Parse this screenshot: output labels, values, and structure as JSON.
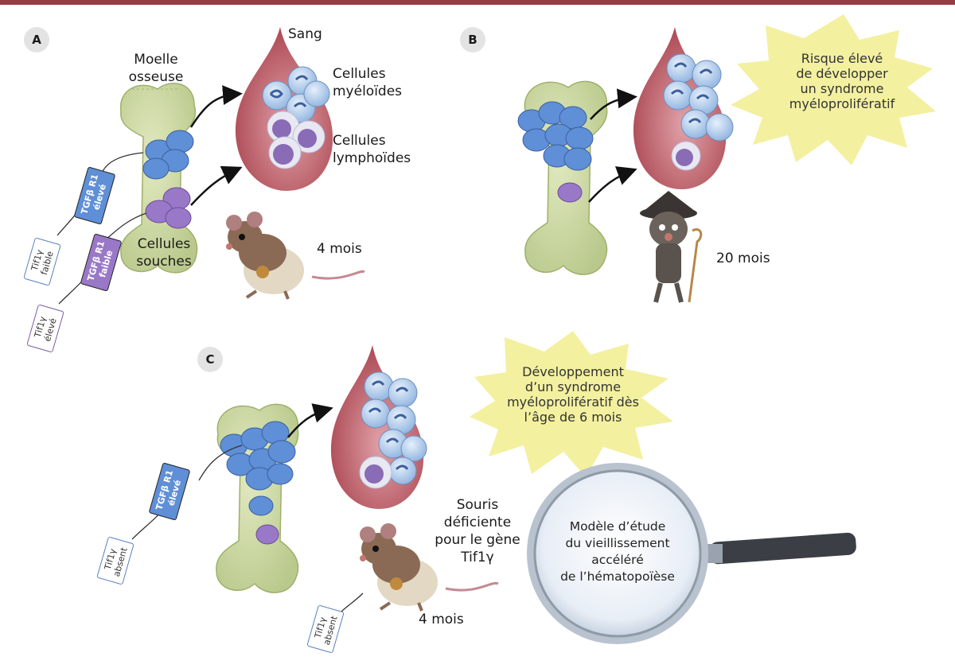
{
  "panels": [
    {
      "letter": "A",
      "labels": {
        "marrow": "Moelle\nosseuse",
        "blood": "Sang",
        "myeloid": "Cellules\nmyéloïdes",
        "lymphoid": "Cellules\nlymphoïdes",
        "stem": "Cellules\nsouches",
        "age": "4 mois"
      },
      "tags": [
        {
          "text": "TGFβ R1\nélevé",
          "color": "blue"
        },
        {
          "text": "Tif1γ\nfaible",
          "color": "white"
        },
        {
          "text": "TGFβ R1\nfaible",
          "color": "purple"
        },
        {
          "text": "Tif1γ\nélevé",
          "color": "white"
        }
      ]
    },
    {
      "letter": "B",
      "age": "20 mois",
      "callout": "Risque élevé\nde développer\nun syndrome\nmyéloprolifératif"
    },
    {
      "letter": "C",
      "mouse_label": "Souris\ndéficiente\npour le gène\nTif1γ",
      "age": "4 mois",
      "callout": "Développement\nd’un syndrome\nmyéloprolifératif dès\nl’âge de 6 mois",
      "magnifier": "Modèle d’étude\ndu vieillissement\naccéléré\nde l’hématopoïèse",
      "tags": [
        {
          "text": "TGFβ R1\nélevé",
          "color": "blue"
        },
        {
          "text": "Tif1γ\nabsent",
          "color": "white"
        },
        {
          "text": "Tif1γ\nabsent",
          "color": "white"
        }
      ]
    }
  ],
  "colors": {
    "top_bar": "#9a3a45",
    "bone": "#c9d7a0",
    "blood_drop": "#b8545e",
    "myeloid_cell": "#9bbde6",
    "lymphoid_cell": "#8a6bb5",
    "stem_blue": "#5f8fd6",
    "stem_purple": "#9a78c8",
    "starburst": "#f3f0a0"
  },
  "icons": [
    "bone-icon",
    "blood-drop-icon",
    "mouse-icon",
    "old-mouse-icon",
    "magnifier-icon",
    "starburst-icon",
    "arrow-icon"
  ]
}
